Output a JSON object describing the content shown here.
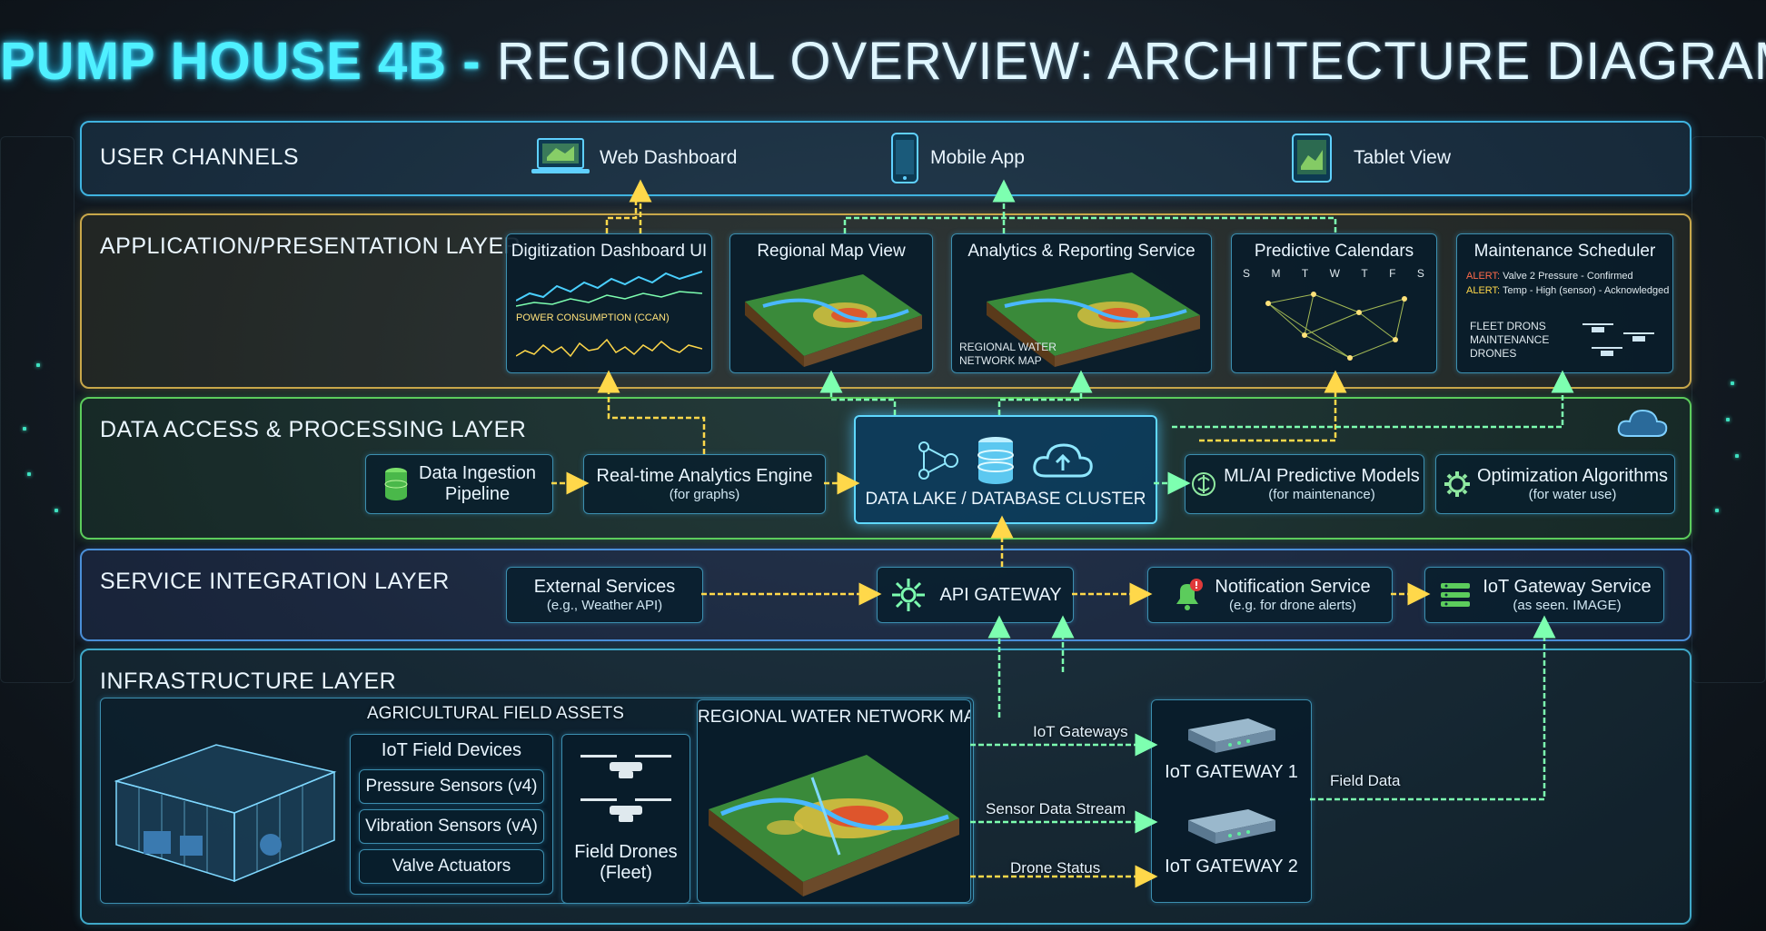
{
  "title": {
    "highlight": "PUMP HOUSE 4B -",
    "rest": "REGIONAL OVERVIEW: ARCHITECTURE DIAGRAM"
  },
  "user_channels": {
    "title": "USER CHANNELS",
    "items": [
      "Web Dashboard",
      "Mobile App",
      "Tablet View"
    ]
  },
  "app_layer": {
    "title": "APPLICATION/PRESENTATION LAYER",
    "panels": {
      "digitization": {
        "title": "Digitization Dashboard UI",
        "chart_label": "POWER CONSUMPTION (CCAN)"
      },
      "regional_map": {
        "title": "Regional Map View"
      },
      "analytics": {
        "title": "Analytics & Reporting Service",
        "map_label_1": "REGIONAL WATER",
        "map_label_2": "NETWORK MAP"
      },
      "calendars": {
        "title": "Predictive Calendars",
        "days": [
          "S",
          "M",
          "T",
          "W",
          "T",
          "F",
          "S"
        ]
      },
      "maintenance": {
        "title": "Maintenance Scheduler",
        "alert_1_tag": "ALERT:",
        "alert_1_text": "Valve 2 Pressure - Confirmed",
        "alert_2_tag": "ALERT:",
        "alert_2_text": "Temp - High (sensor) - Acknowledged",
        "drones_1": "FLEET DRONS",
        "drones_2": "MAINTENANCE",
        "drones_3": "DRONES"
      }
    }
  },
  "data_layer": {
    "title": "DATA ACCESS & PROCESSING LAYER",
    "ingestion": {
      "line1": "Data Ingestion",
      "line2": "Pipeline"
    },
    "realtime": {
      "title": "Real-time Analytics Engine",
      "sub": "(for graphs)"
    },
    "lake": {
      "title": "DATA LAKE / DATABASE CLUSTER"
    },
    "ml": {
      "title": "ML/AI Predictive Models",
      "sub": "(for maintenance)"
    },
    "optim": {
      "title": "Optimization Algorithms",
      "sub": "(for water use)"
    }
  },
  "service_layer": {
    "title": "SERVICE INTEGRATION LAYER",
    "external": {
      "title": "External Services",
      "sub": "(e.g., Weather API)"
    },
    "api": {
      "title": "API GATEWAY"
    },
    "notification": {
      "title": "Notification Service",
      "sub": "(e.g. for drone alerts)"
    },
    "iot": {
      "title": "IoT Gateway Service",
      "sub": "(as seen. IMAGE)"
    }
  },
  "infra_layer": {
    "title": "INFRASTRUCTURE LAYER",
    "ag_assets_title": "AGRICULTURAL FIELD ASSETS",
    "iot_devices_title": "IoT Field Devices",
    "devices": [
      "Pressure Sensors (v4)",
      "Vibration Sensors (vA)",
      "Valve Actuators"
    ],
    "drones": {
      "line1": "Field Drones",
      "line2": "(Fleet)"
    },
    "map_title": "REGIONAL WATER NETWORK MAP",
    "flows": {
      "iot_gateways": "IoT Gateways",
      "sensor_stream": "Sensor Data Stream",
      "drone_status": "Drone Status",
      "field_data": "Field Data"
    },
    "gateways": [
      "IoT GATEWAY 1",
      "IoT GATEWAY 2"
    ]
  },
  "colors": {
    "title_accent": "#4ff0ff",
    "user": "#3fb3e0",
    "app": "#c8a74a",
    "data": "#5ccc5c",
    "service": "#4a8fd8",
    "infra": "#3fa8c8",
    "arrow_yellow": "#ffd84a",
    "arrow_green": "#7dffb0"
  },
  "icons": [
    "laptop-icon",
    "phone-icon",
    "tablet-icon",
    "database-icon",
    "cloud-icon",
    "brain-icon",
    "gear-icon",
    "hub-icon",
    "bell-icon",
    "gateway-icon",
    "drone-icon",
    "pump-house-icon",
    "router-icon"
  ]
}
